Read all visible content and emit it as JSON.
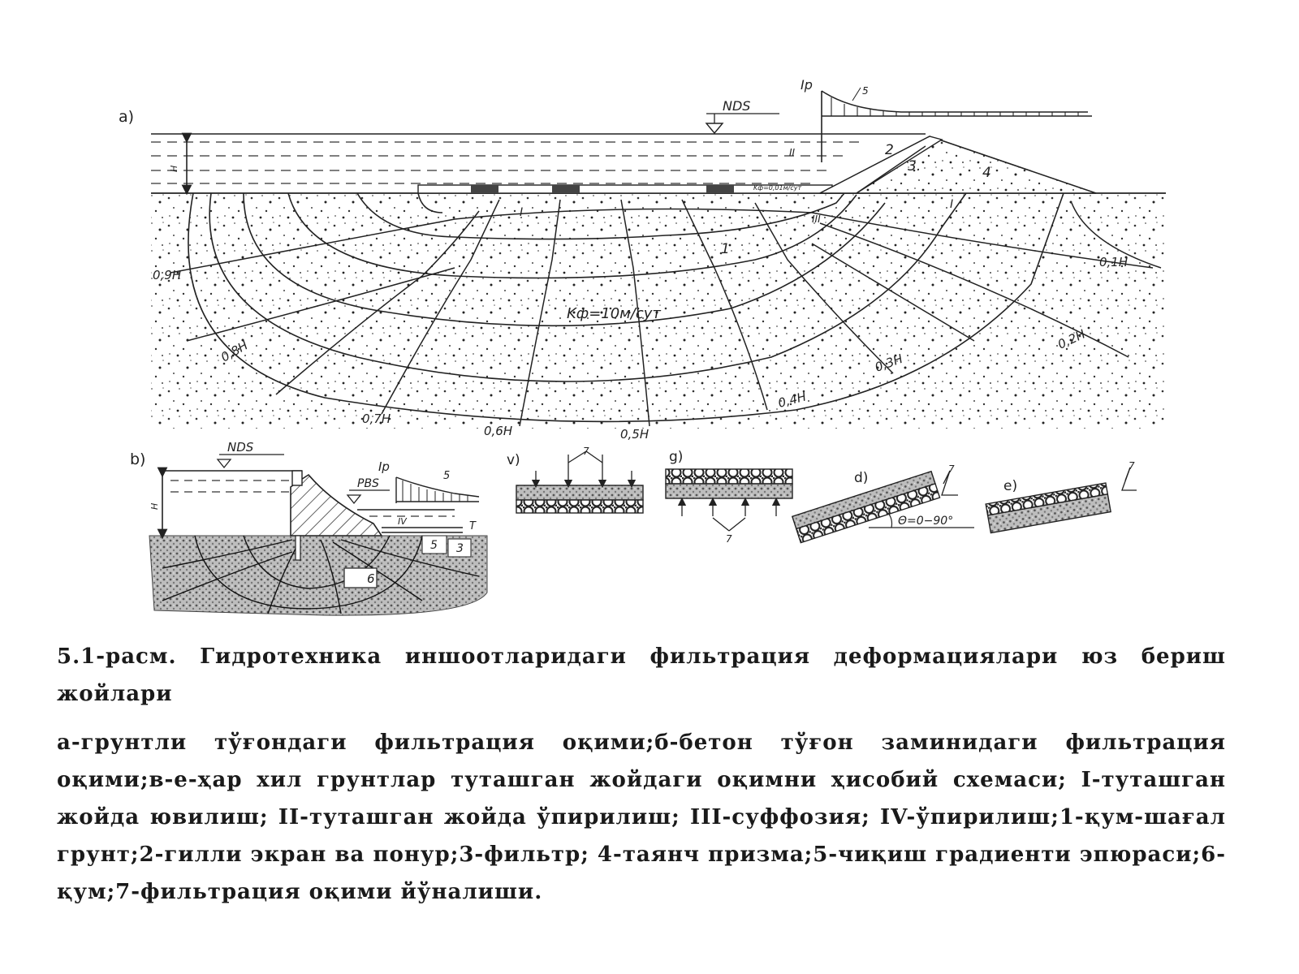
{
  "figure": {
    "panel_a": {
      "label": "a)",
      "water_level": "NDS",
      "depth": "H",
      "gradient_label": "Ip",
      "gradient_num": "5",
      "screen_num": "2",
      "filter_num": "3.",
      "prism_num": "4",
      "soil_num": "1",
      "zone_I_left": "I",
      "zone_I_right": "I",
      "zone_II": "II",
      "zone_III": "III",
      "k_small": "Kф=0,01м/сут",
      "k_main": "Kф=10м/сут",
      "head_lines": [
        "0,9H",
        "0,8H",
        "0,7H",
        "0,6H",
        "0,5H",
        "0,4H",
        "0,3H",
        "0,2H",
        "0,1H"
      ]
    },
    "panel_b": {
      "label": "b)",
      "water_level": "NDS",
      "downstream_level": "PBS",
      "depth": "H",
      "gradient_label": "Ip",
      "gradient_num": "5",
      "zone_IV": "IV",
      "t_label": "T",
      "num_5": "5",
      "num_3": "3",
      "num_6": "6"
    },
    "panel_v": {
      "label": "v)",
      "arrow_num": "7"
    },
    "panel_g": {
      "label": "g)",
      "arrow_num": "7"
    },
    "panel_d": {
      "label": "d)",
      "arrow_num": "7",
      "angle": "Θ=0−90°"
    },
    "panel_e": {
      "label": "e)",
      "arrow_num": "7"
    }
  },
  "caption": {
    "title": "5.1-расм. Гидротехника иншоотларидаги фильтрация деформациялари юз бериш жойлари",
    "body": "а-грунтли тўғондаги фильтрация оқими;б-бетон тўғон заминидаги фильтрация оқими;в-е-ҳар хил грунтлар туташган жойдаги оқимни ҳисобий схемаси; I-туташган жойда ювилиш; II-туташган жойда ўпирилиш; III-суффозия; IV-ўпирилиш;1-қум-шағал грунт;2-гилли экран ва понур;3-фильтр; 4-таянч призма;5-чиқиш градиенти эпюраси;6-қум;7-фильтрация оқими йўналиши."
  }
}
